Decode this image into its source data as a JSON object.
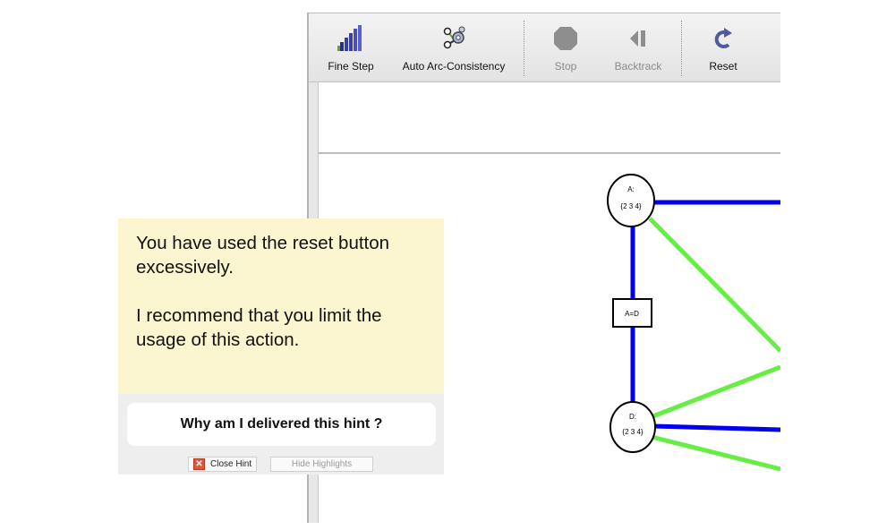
{
  "toolbar": {
    "fine_step": "Fine Step",
    "auto_arc": "Auto Arc-Consistency",
    "stop": "Stop",
    "backtrack": "Backtrack",
    "reset": "Reset"
  },
  "graph": {
    "node_a": {
      "name": "A:",
      "domain": "{2 3 4}"
    },
    "node_d": {
      "name": "D:",
      "domain": "{2 3 4}"
    },
    "constraint": "A=D",
    "colors": {
      "consistent": "#0000ee",
      "pending": "#66ee44"
    }
  },
  "hint": {
    "message_line1": "You have used the reset button excessively.",
    "message_line2": "I recommend that you limit the usage of this action.",
    "why_button": "Why am I delivered this hint ?",
    "close_button": "Close Hint",
    "hide_button": "Hide Highlights"
  }
}
